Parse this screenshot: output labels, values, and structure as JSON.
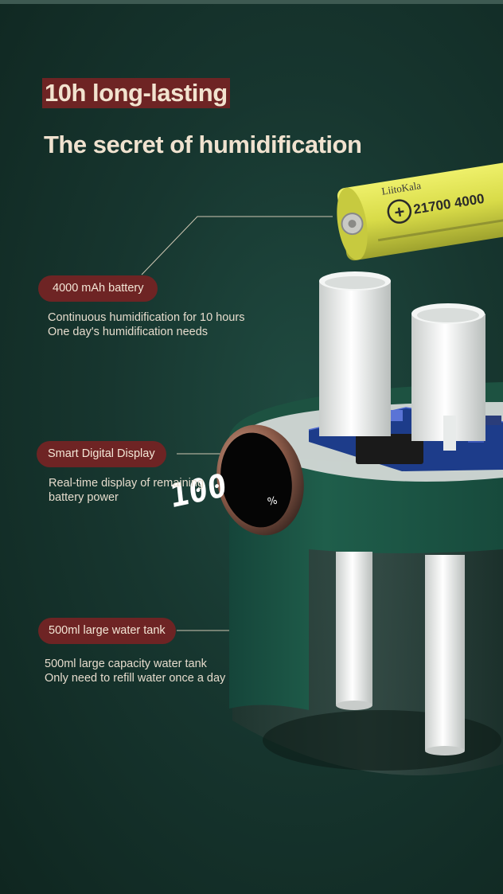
{
  "headline": "10h long-lasting",
  "title": "The secret of humidification",
  "features": [
    {
      "label": "4000 mAh battery",
      "lines": [
        "Continuous humidification for 10 hours",
        "One day's humidification needs"
      ]
    },
    {
      "label": "Smart Digital Display",
      "lines": [
        "Real-time display of remaining",
        "battery power"
      ]
    },
    {
      "label": "500ml large water tank",
      "lines": [
        "500ml large capacity water tank",
        "Only need to refill water once a day"
      ]
    }
  ],
  "battery": {
    "brand": "LiitoKala",
    "model": "21700 4000",
    "plus": "+"
  },
  "display": {
    "value": "100",
    "unit": "%"
  },
  "colors": {
    "accent": "#6e2424",
    "background": "#17362f",
    "text": "#f0e2cf",
    "battery": "#d9dc4b",
    "housing": "#1f5a46"
  }
}
